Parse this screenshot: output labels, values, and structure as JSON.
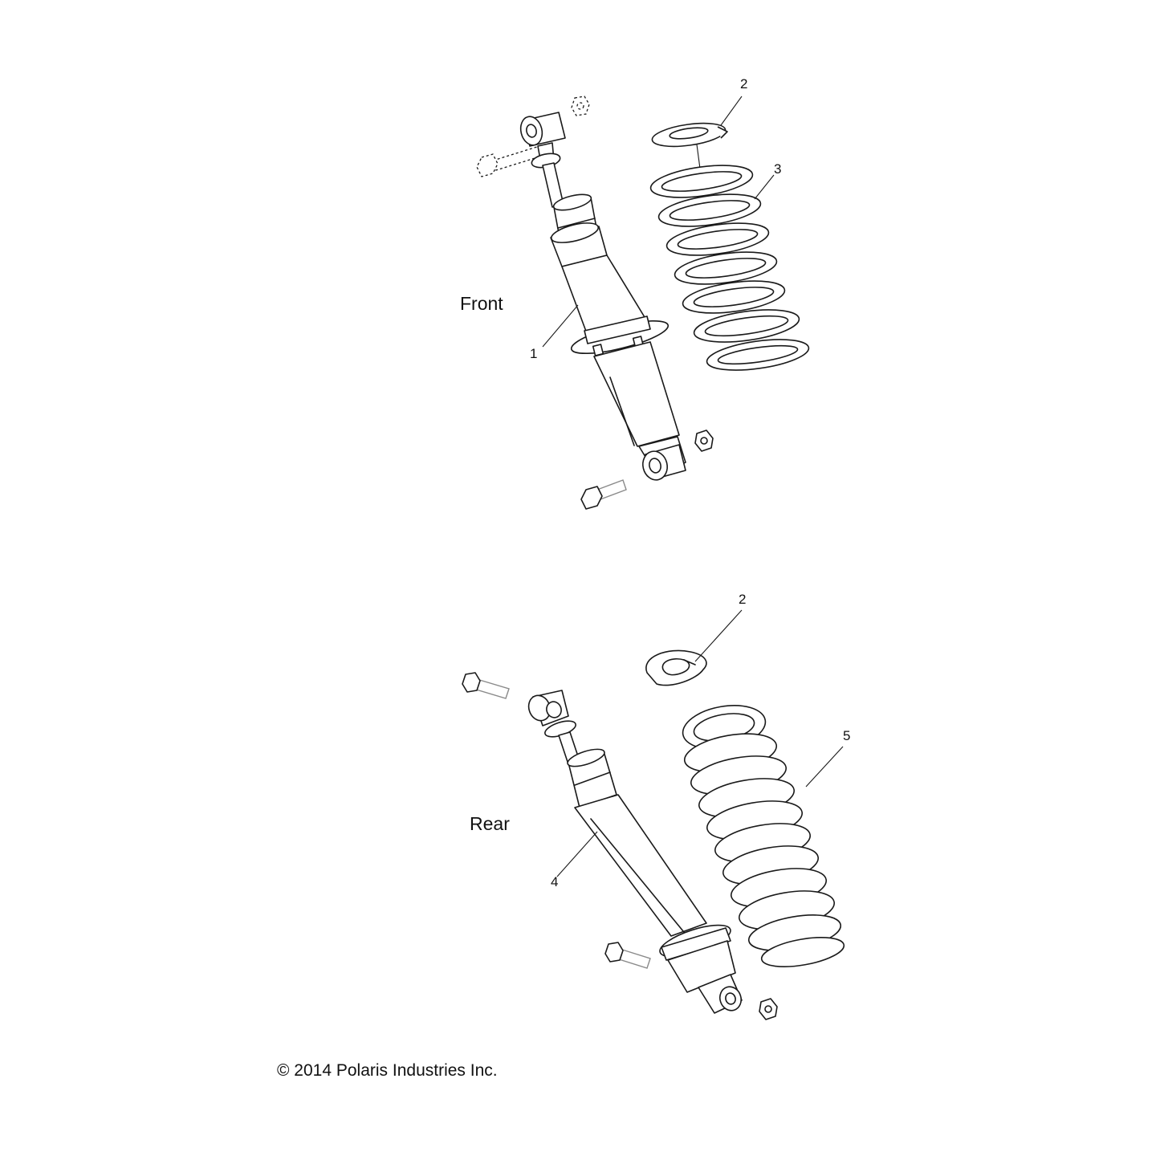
{
  "sections": {
    "front": "Front",
    "rear": "Rear"
  },
  "callouts": {
    "front_shock": "1",
    "front_retainer": "2",
    "front_spring": "3",
    "rear_retainer": "2",
    "rear_shock": "4",
    "rear_spring": "5"
  },
  "copyright": "© 2014 Polaris Industries Inc."
}
